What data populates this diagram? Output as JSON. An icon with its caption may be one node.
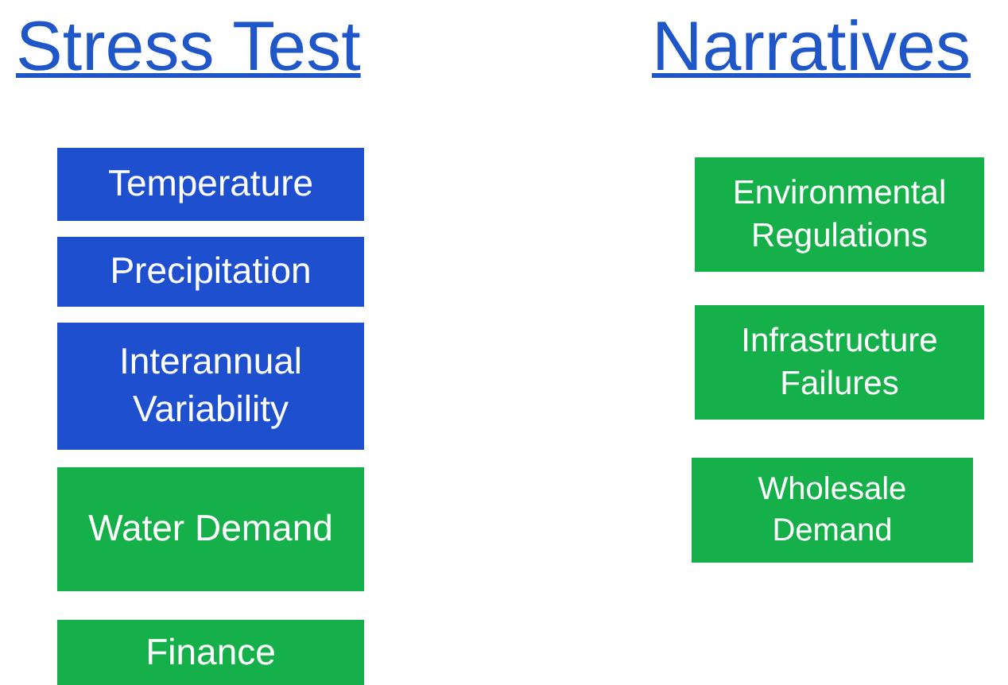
{
  "diagram": {
    "nodes": [
      {
        "text": [
          "Temperature"
        ]
      },
      {
        "text": [
          "Precipitation"
        ]
      },
      {
        "text": [
          "Interannual Variability"
        ]
      },
      {
        "text": [
          "Water Demand"
        ]
      },
      {
        "text": [
          "Finance"
        ]
      },
      {
        "text": [
          "Environmental Regulations"
        ]
      },
      {
        "text": [
          "Infrastructure Failures"
        ]
      },
      {
        "text": [
          "Wholesale Demand"
        ]
      }
    ],
    "labels": [
      "Stress Test",
      "Narratives"
    ]
  }
}
